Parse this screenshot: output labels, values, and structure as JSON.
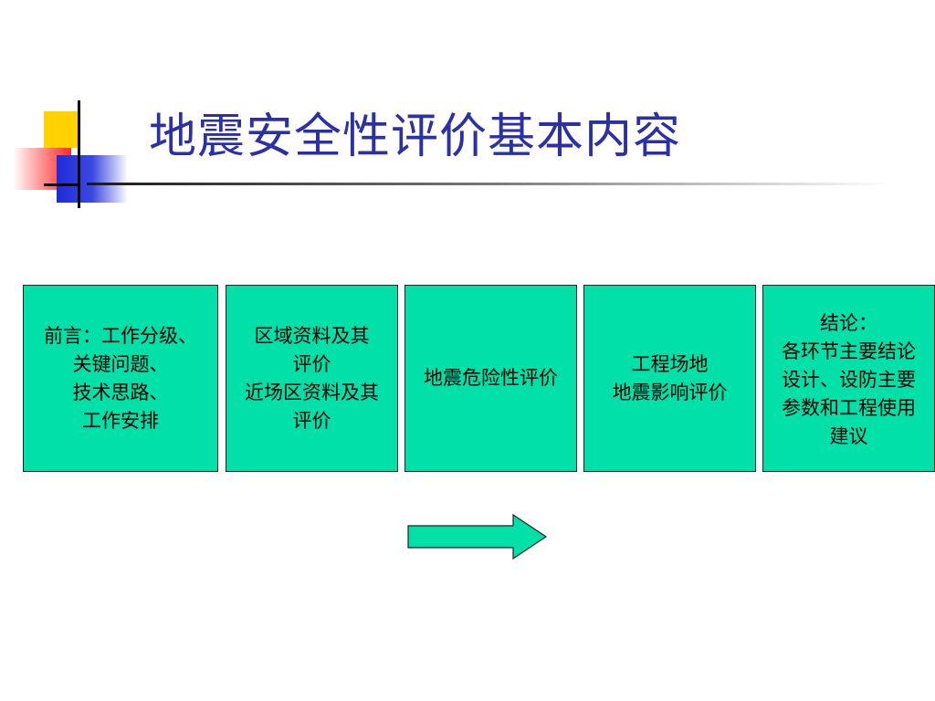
{
  "title": "地震安全性评价基本内容",
  "colors": {
    "title": "#2b2fa8",
    "box_fill": "#00e0a8",
    "arrow_fill": "#00e0a8",
    "border": "#222222"
  },
  "boxes": [
    {
      "lines": [
        "前言：工作分级、",
        "关键问题、",
        "技术思路、",
        "工作安排"
      ]
    },
    {
      "lines": [
        "区域资料及其",
        "评价",
        "近场区资料及其",
        "评价"
      ]
    },
    {
      "lines": [
        "地震危险性评价"
      ]
    },
    {
      "lines": [
        "工程场地",
        "地震影响评价"
      ]
    },
    {
      "lines": [
        "结论：",
        "各环节主要结论",
        "设计、设防主要",
        "参数和工程使用",
        "建议"
      ]
    }
  ],
  "arrow": {
    "direction": "right",
    "icon": "right-arrow-icon"
  }
}
